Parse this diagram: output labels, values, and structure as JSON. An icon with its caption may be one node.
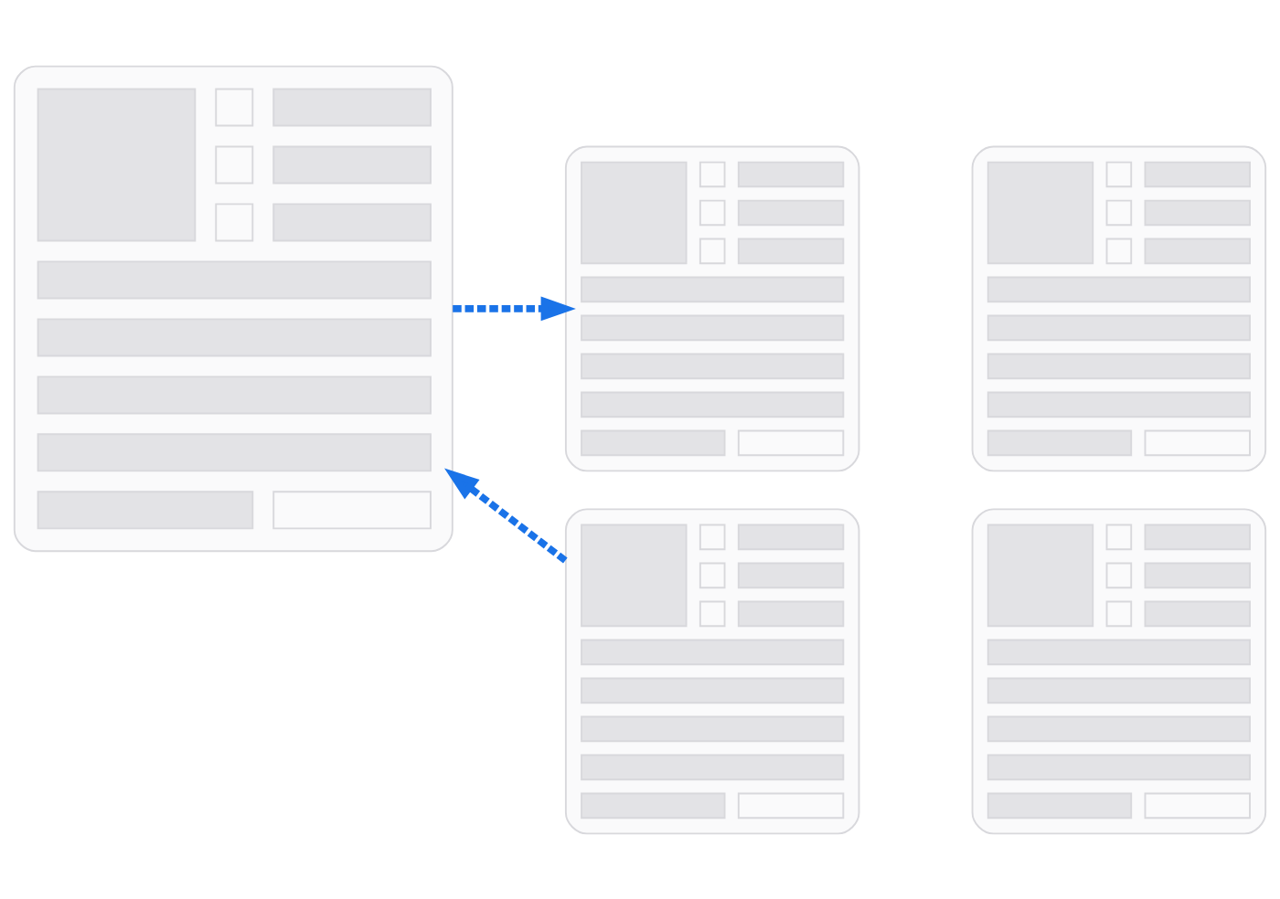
{
  "diagram": {
    "nodes": [
      {
        "text": [],
        "shape": "picture"
      },
      {
        "text": [],
        "shape": "picture"
      },
      {
        "text": [],
        "shape": "picture"
      },
      {
        "text": [],
        "shape": "picture"
      },
      {
        "text": [],
        "shape": "picture"
      }
    ],
    "edges": [
      {
        "from": 1,
        "to": 0,
        "arrow": "to",
        "style": "dashed"
      },
      {
        "from": 0,
        "to": 3,
        "arrow": "to",
        "style": "dashed"
      }
    ]
  }
}
